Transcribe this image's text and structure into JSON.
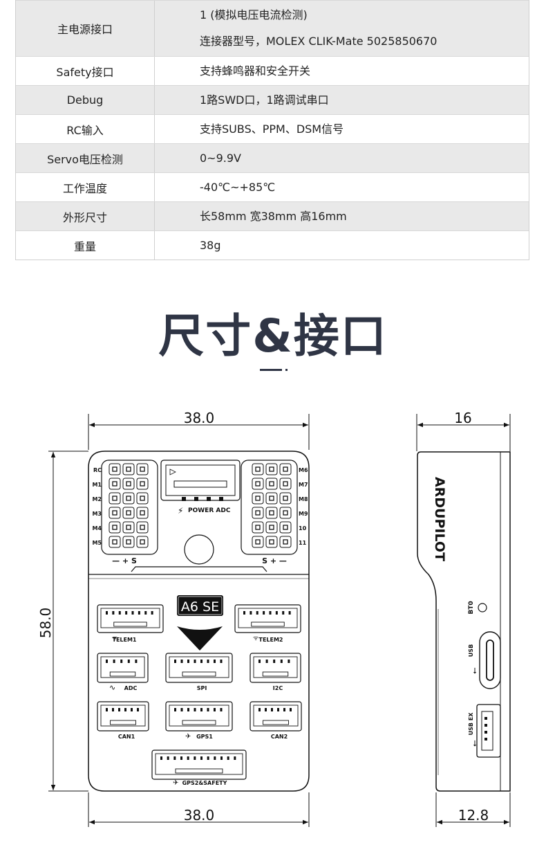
{
  "spec_rows": [
    {
      "key": "主电源接口",
      "lines": [
        "1 (模拟电压电流检测)",
        "连接器型号，MOLEX CLIK-Mate 5025850670"
      ]
    },
    {
      "key": "Safety接口",
      "lines": [
        "支持蜂鸣器和安全开关"
      ]
    },
    {
      "key": "Debug",
      "lines": [
        "1路SWD口，1路调试串口"
      ]
    },
    {
      "key": "RC输入",
      "lines": [
        "支持SUBS、PPM、DSM信号"
      ]
    },
    {
      "key": "Servo电压检测",
      "lines": [
        "0~9.9V"
      ]
    },
    {
      "key": "工作温度",
      "lines": [
        "-40℃~+85℃"
      ]
    },
    {
      "key": "外形尺寸",
      "lines": [
        "长58mm 宽38mm 高16mm"
      ]
    },
    {
      "key": "重量",
      "lines": [
        "38g"
      ]
    }
  ],
  "section": {
    "title": "尺寸&接口"
  },
  "front_view": {
    "width_top": "38.0",
    "width_bottom": "38.0",
    "height_label": "58.0",
    "left_pin_labels": [
      "RC",
      "M1",
      "M2",
      "M3",
      "M4",
      "M5"
    ],
    "right_pin_labels": [
      "M6",
      "M7",
      "M8",
      "M9",
      "10",
      "11"
    ],
    "left_polarity": "— + S",
    "right_polarity": "S + —",
    "power_label": "POWER ADC",
    "model_badge": "A6 SE",
    "ports": {
      "telem1": "TELEM1",
      "telem2": "TELEM2",
      "adc": "ADC",
      "spi": "SPI",
      "i2c": "I2C",
      "can1": "CAN1",
      "gps1": "GPS1",
      "can2": "CAN2",
      "gps2": "GPS2&SAFETY"
    }
  },
  "side_view": {
    "top_label": "16",
    "bottom_label": "12.8",
    "brand": "ARDUPILOT",
    "bt0": "BT0",
    "usb": "USB",
    "usb_ex": "USB EX"
  }
}
